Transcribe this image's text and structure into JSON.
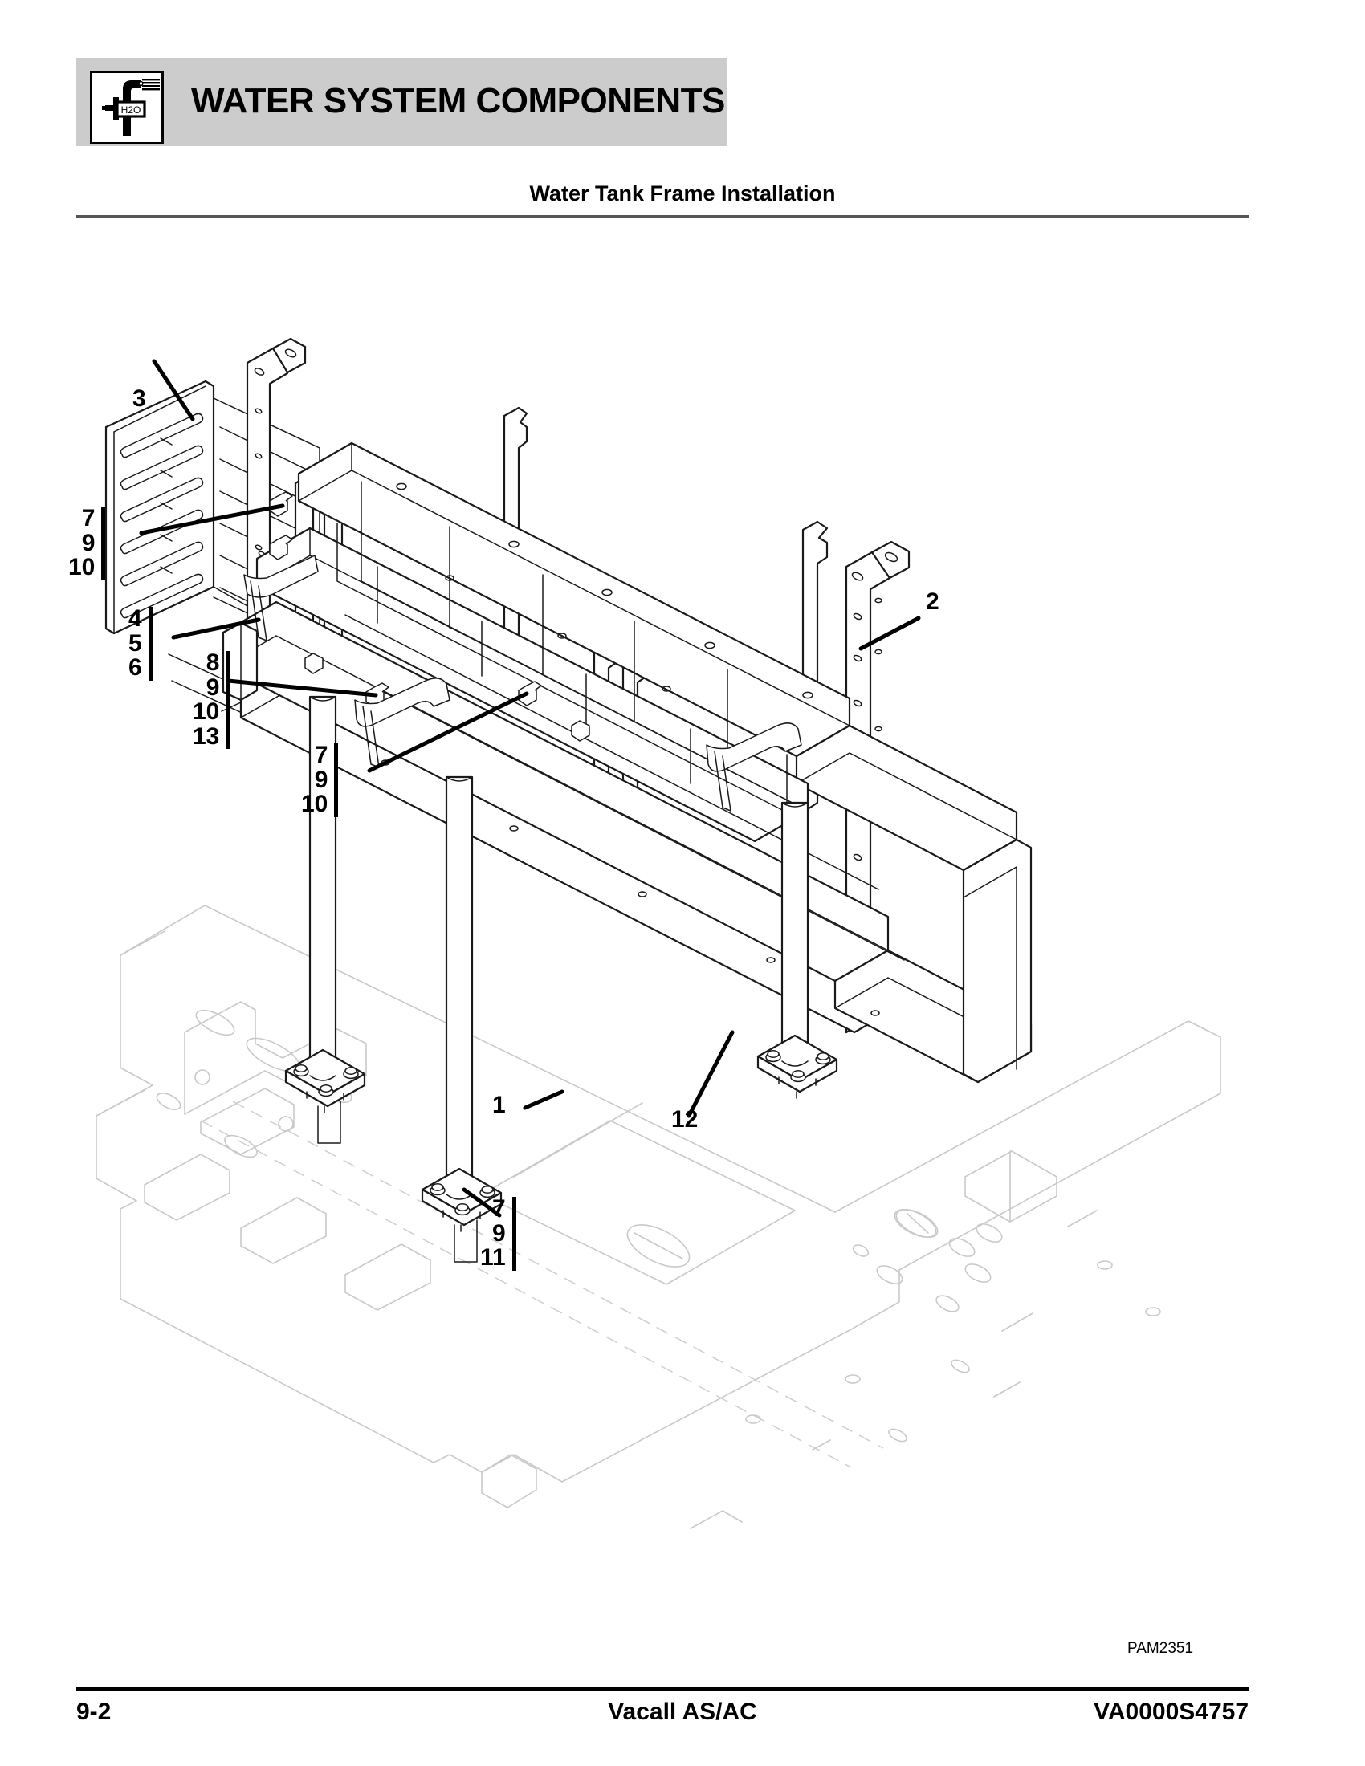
{
  "header": {
    "section_title": "WATER SYSTEM COMPONENTS",
    "icon_name": "water-valve-h2o-icon",
    "icon_label": "H2O",
    "band_color": "#cccccc"
  },
  "subtitle": "Water Tank Frame Installation",
  "figure": {
    "drawing_id": "PAM2351",
    "type": "isometric-exploded-assembly",
    "description": "Water tank frame weldment mounted to chassis with vertical posts, side rails, support legs and grate panel",
    "callouts": [
      {
        "id": "c3",
        "kind": "single",
        "labels": [
          "3"
        ],
        "note": "grate panel / slatted rack"
      },
      {
        "id": "c790a",
        "kind": "group",
        "labels": [
          "7",
          "9",
          "10"
        ],
        "note": "fastener set, upper left rack mount"
      },
      {
        "id": "c456",
        "kind": "group",
        "labels": [
          "4",
          "5",
          "6"
        ],
        "note": "bracket assembly, lower left"
      },
      {
        "id": "c89013",
        "kind": "group",
        "labels": [
          "8",
          "9",
          "10",
          "13"
        ],
        "note": "fastener set with gusset"
      },
      {
        "id": "c790b",
        "kind": "group",
        "labels": [
          "7",
          "9",
          "10"
        ],
        "note": "fastener set, mid frame"
      },
      {
        "id": "c2",
        "kind": "single",
        "labels": [
          "2"
        ],
        "note": "right vertical post"
      },
      {
        "id": "c1",
        "kind": "single",
        "labels": [
          "1"
        ],
        "note": "support leg / stand pipe"
      },
      {
        "id": "c12",
        "kind": "single",
        "labels": [
          "12"
        ],
        "note": "lower rail"
      },
      {
        "id": "c7911",
        "kind": "group",
        "labels": [
          "7",
          "9",
          "11"
        ],
        "note": "fastener set, base plate"
      }
    ]
  },
  "footer": {
    "page_number": "9-2",
    "model": "Vacall AS/AC",
    "document_number": "VA0000S4757"
  }
}
